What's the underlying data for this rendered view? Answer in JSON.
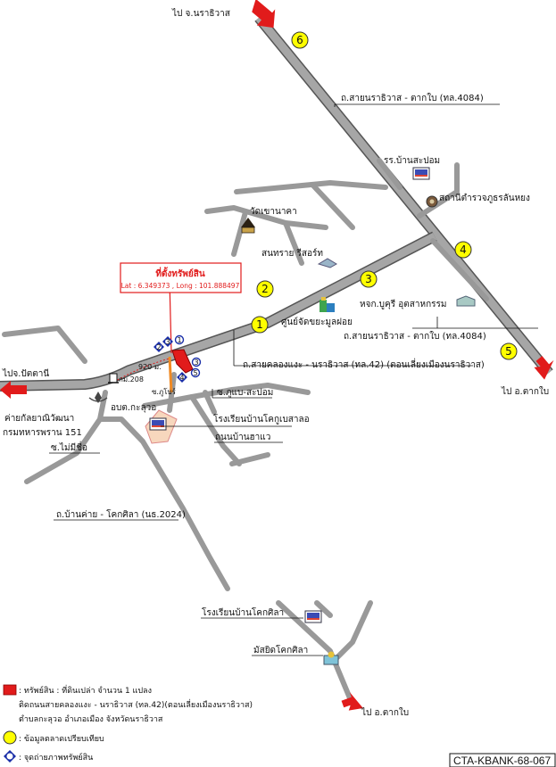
{
  "destinations": {
    "north": "ไป จ.นราธิวาส",
    "west": "ไปจ.ปัตตานี",
    "southeast": "ไป อ.ตากใบ",
    "south_bottom": "ไป อ.ตากใบ"
  },
  "roads": {
    "highway_4084_top": "ถ.สายนราธิวาส - ตากใบ (ทล.4084)",
    "highway_4084_bottom": "ถ.สายนราธิวาส - ตากใบ (ทล.4084)",
    "highway_42": "ถ.สายคลองแงะ - นราธิวาส (ทล.42) (ตอนเลี่ยงเมืองนราธิวาส)",
    "soi_phubae": "ซ.ภูแบ-สะปอม",
    "soi_phuborn": "ซ.ภูโบร์",
    "soi_mai_mee_chue": "ซ.ไม่มีชื่อ",
    "ban_hawae": "ถนนบ้านฮาแว",
    "ban_khai_khoksila": "ถ.บ้านค่าย - โคกศิลา (นธ.2024)",
    "km_marker": "กม.208",
    "distance": "920 ม."
  },
  "places": {
    "school_saparm": "รร.บ้านสะปอม",
    "police_station": "สถานีตำรวจภูธรลันหยง",
    "wat_khao_na_kha": "วัดเขานาคา",
    "sonsai_resort": "สนทราย รีสอร์ท",
    "garbage_center": "ศูนย์จัดขยะมูลฝอย",
    "industrial": "หจก.บูคุรี อุตสาหกรรม",
    "obortor": "อบต.กะลุวอ",
    "military_camp_line1": "ค่ายกัลยาณิวัฒนา",
    "military_camp_line2": "กรมทหารพราน 151",
    "school_kok_bessalo": "โรงเรียนบ้านโคกูเบสาลอ",
    "school_khoksila": "โรงเรียนบ้านโคกศิลา",
    "mosque_khoksila": "มัสยิดโคกศิลา"
  },
  "property": {
    "title": "ที่ตั้งทรัพย์สิน",
    "coords": "Lat : 6.349373 , Long : 101.888497"
  },
  "markers": {
    "comparables": [
      "1",
      "2",
      "3",
      "4",
      "5",
      "6"
    ],
    "photo_points": [
      "1",
      "2",
      "3",
      "4",
      "5"
    ]
  },
  "legend": {
    "property_line1": ": ทรัพย์สิน : ที่ดินเปล่า จำนวน 1 แปลง",
    "property_line2": "ติดถนนสายคลองแงะ - นราธิวาส (ทล.42)(ตอนเลี่ยงเมืองนราธิวาส)",
    "property_line3": "ตำบลกะลุวอ  อำเภอเมือง จังหวัดนราธิวาส",
    "comparables": ": ข้อมูลตลาดเปรียบเทียบ",
    "photo": ": จุดถ่ายภาพทรัพย์สิน"
  },
  "reference_code": "CTA-KBANK-68-067",
  "colors": {
    "road_gray": "#999999",
    "road_edge": "#555555",
    "marker_yellow": "#ffff00",
    "property_red": "#e11b1b",
    "photo_blue": "#1a2fa8"
  }
}
